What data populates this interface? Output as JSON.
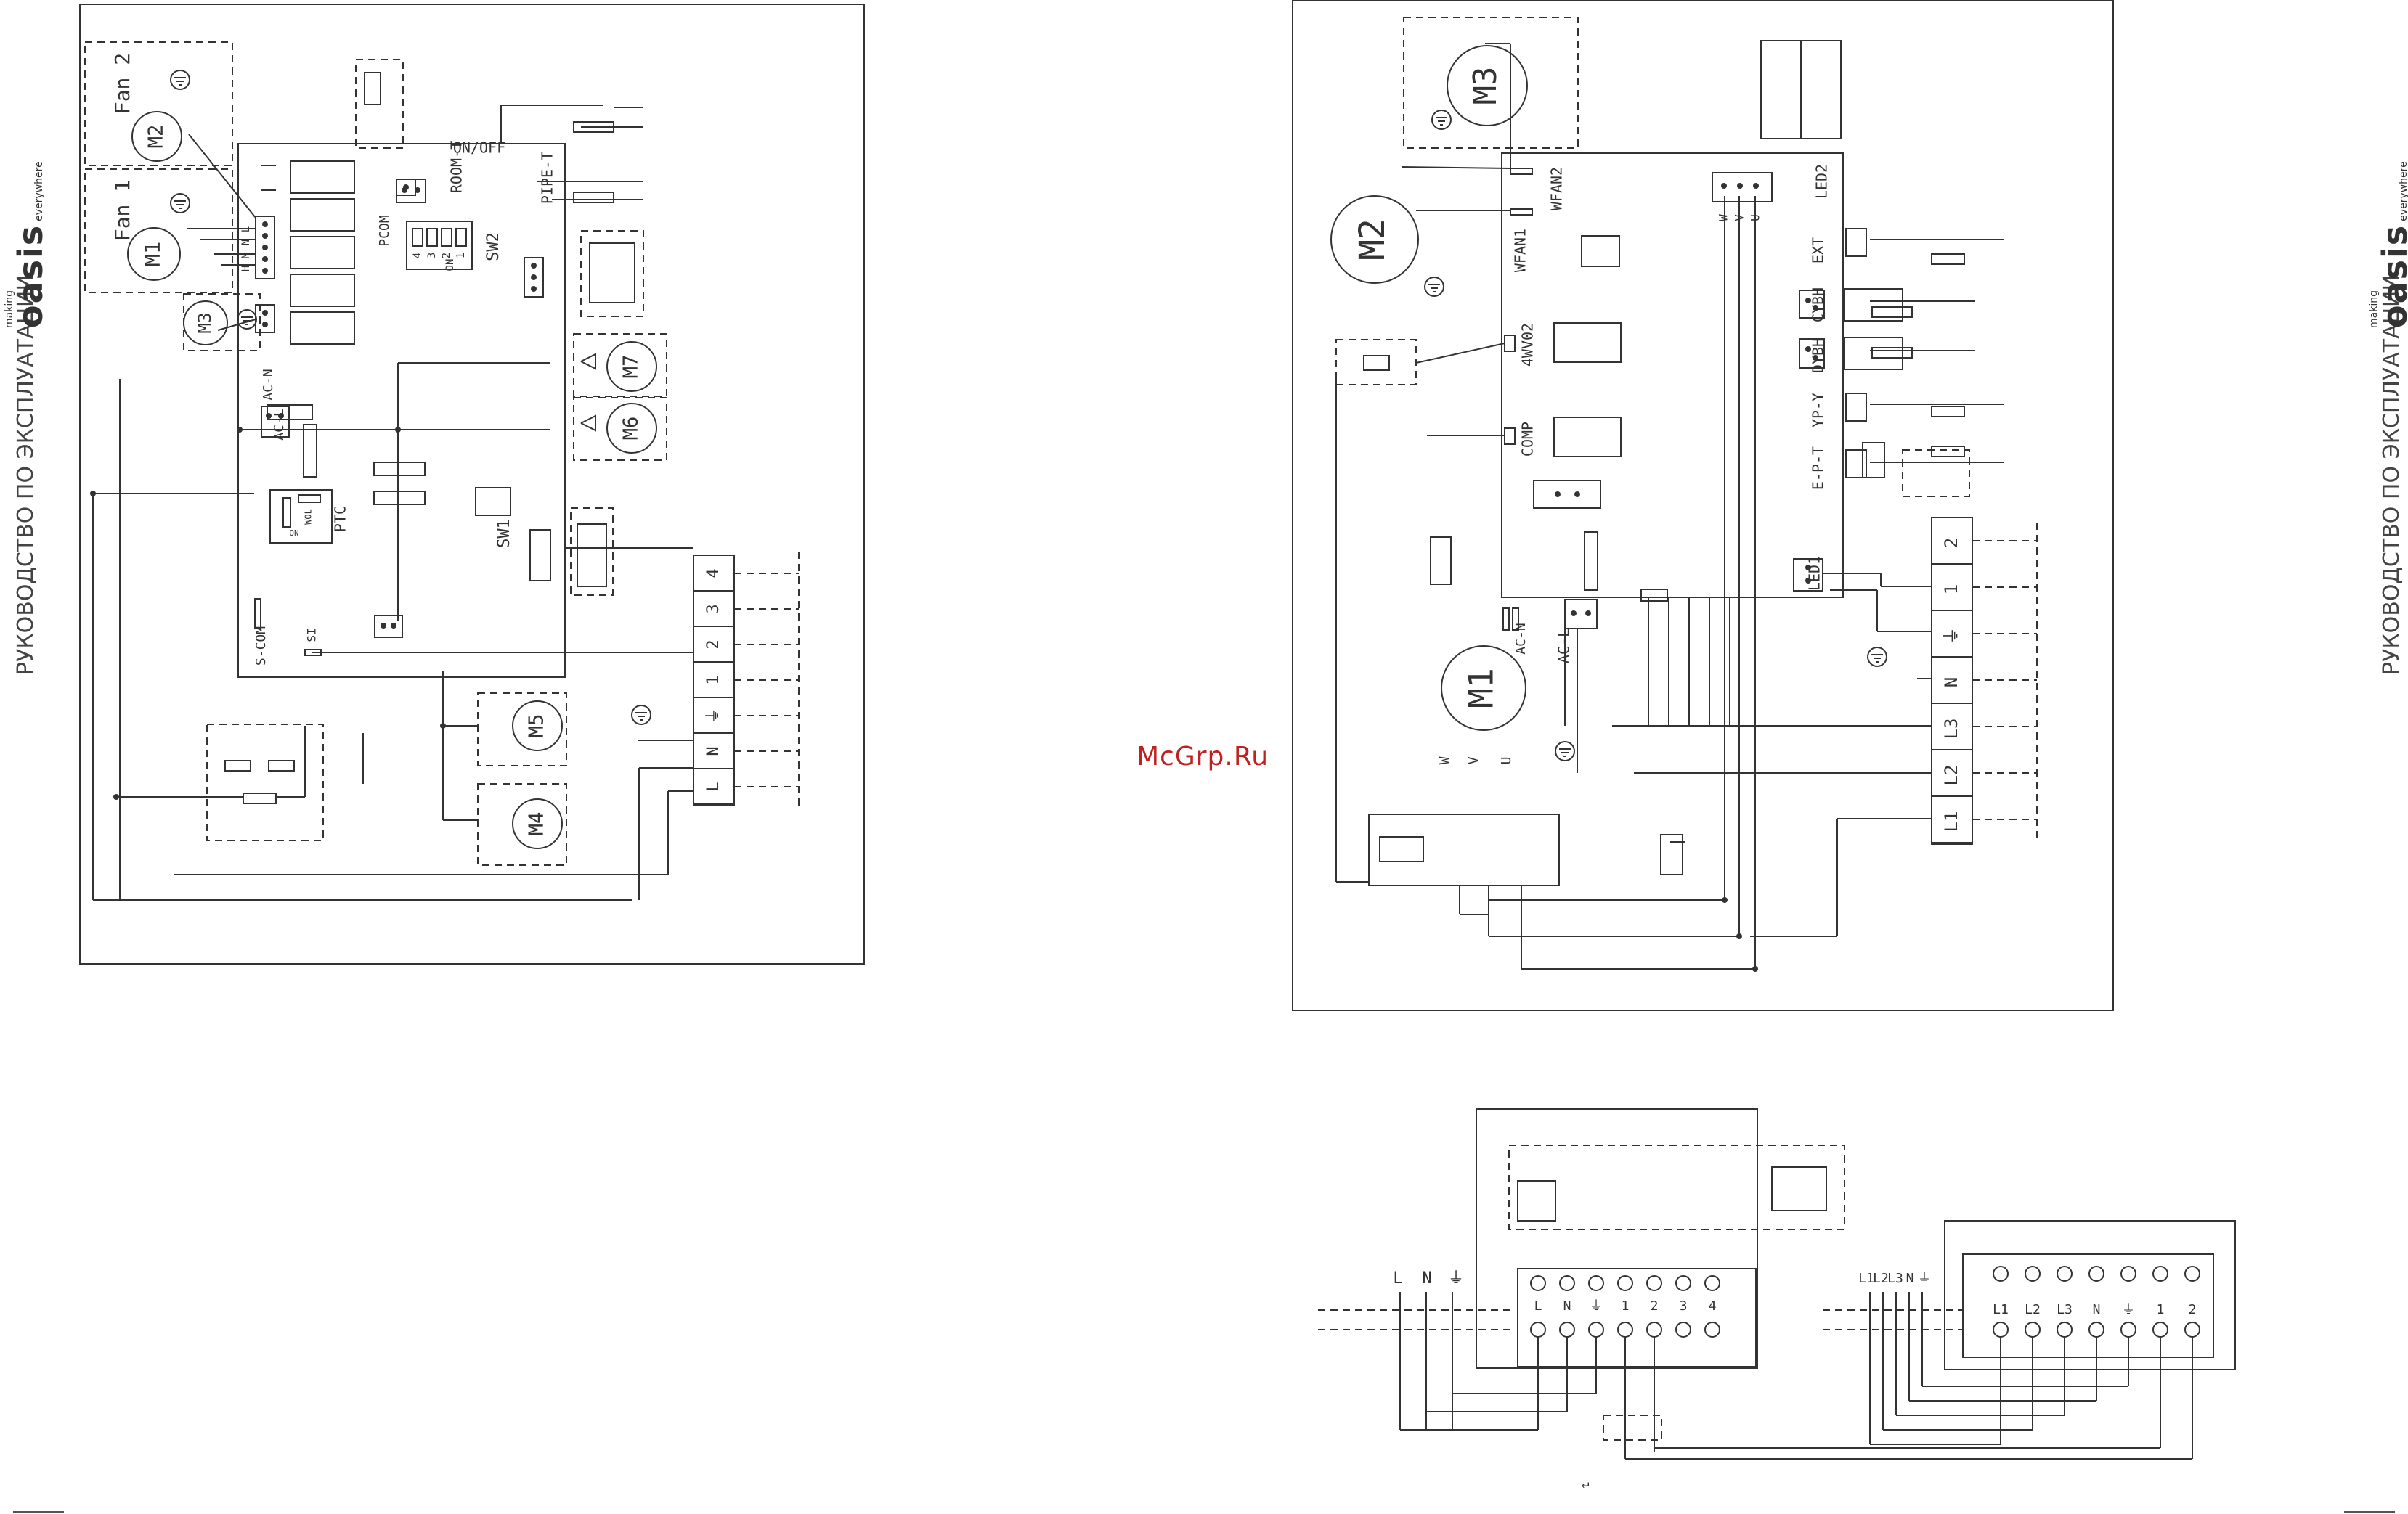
{
  "side": {
    "title": "РУКОВОДСТВО ПО ЭКСПЛУАТАЦИИ",
    "brand_small": "making",
    "brand_big": "oasis",
    "brand_tag": "everywhere"
  },
  "watermark": "McGrp.Ru",
  "return_mark": "↵",
  "diagram1": {
    "fans": [
      "Fan 2",
      "Fan 1"
    ],
    "motors": [
      "M2",
      "M1",
      "M3",
      "M7",
      "M6",
      "M5",
      "M4"
    ],
    "board_labels": [
      "ROOM-T",
      "PIPE-T",
      "ON/OFF",
      "PCOM",
      "SW2",
      "ON",
      "AC-N",
      "AC-L",
      "PTC",
      "SW1",
      "S-COM",
      "SI",
      "ON",
      "WOL"
    ],
    "connector_letters": [
      "L",
      "N",
      "M",
      "H"
    ],
    "dip_digits": [
      "1",
      "2",
      "3",
      "4"
    ],
    "terminals": [
      "4",
      "3",
      "2",
      "1",
      "⏚",
      "N",
      "L"
    ]
  },
  "diagram2": {
    "motors": [
      "M3",
      "M2",
      "M1"
    ],
    "board_labels": [
      "WFAN2",
      "WFAN1",
      "4WV02",
      "COMP",
      "AC-N",
      "AC-L",
      "LED2",
      "EXT",
      "CYBH",
      "DYBH",
      "YP-Y",
      "E-P-T",
      "LED1"
    ],
    "uvw": [
      "U",
      "V",
      "W"
    ],
    "terminals": [
      "2",
      "1",
      "⏚",
      "N",
      "L3",
      "L2",
      "L1"
    ]
  },
  "diagram3": {
    "left_labels": [
      "L",
      "N",
      "⏚"
    ],
    "left_terms": [
      "L",
      "N",
      "⏚",
      "1",
      "2",
      "3",
      "4"
    ],
    "right_labels": [
      "L1",
      "L2",
      "L3",
      "N",
      "⏚"
    ],
    "right_terms": [
      "L1",
      "L2",
      "L3",
      "N",
      "⏚",
      "1",
      "2"
    ]
  }
}
